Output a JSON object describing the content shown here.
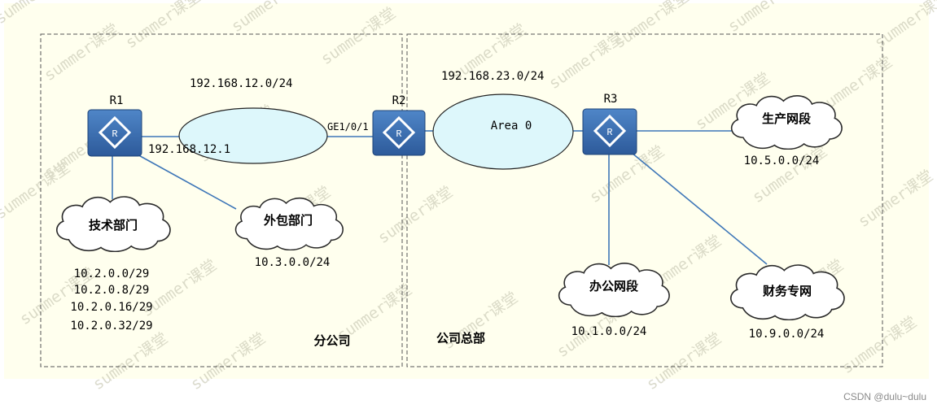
{
  "diagram": {
    "zones": {
      "branch_label": "分公司",
      "hq_label": "公司总部"
    },
    "routers": {
      "r1": "R1",
      "r2": "R2",
      "r3": "R3",
      "router_glyph": "R"
    },
    "links": {
      "r1_r2_network": "192.168.12.0/24",
      "r1_interface_ip": "192.168.12.1",
      "r2_interface": "GE1/0/1",
      "r2_r3_network": "192.168.23.0/24",
      "ospf_area": "Area 0"
    },
    "clouds": {
      "tech": {
        "name": "技术部门",
        "subnets": [
          "10.2.0.0/29",
          "10.2.0.8/29",
          "10.2.0.16/29",
          "10.2.0.32/29"
        ]
      },
      "outsource": {
        "name": "外包部门",
        "subnet": "10.3.0.0/24"
      },
      "production": {
        "name": "生产网段",
        "subnet": "10.5.0.0/24"
      },
      "office": {
        "name": "办公网段",
        "subnet": "10.1.0.0/24"
      },
      "finance": {
        "name": "财务专网",
        "subnet": "10.9.0.0/24"
      }
    },
    "watermark": "summer课堂",
    "credit": "CSDN @dulu~dulu"
  },
  "colors": {
    "background": "#ffffee",
    "router_fill": "#3d6fb3",
    "link_line": "#3f77b8",
    "ellipse_fill": "#ddf7fb",
    "cloud_fill": "#ffffff",
    "border_dash": "#555555"
  }
}
